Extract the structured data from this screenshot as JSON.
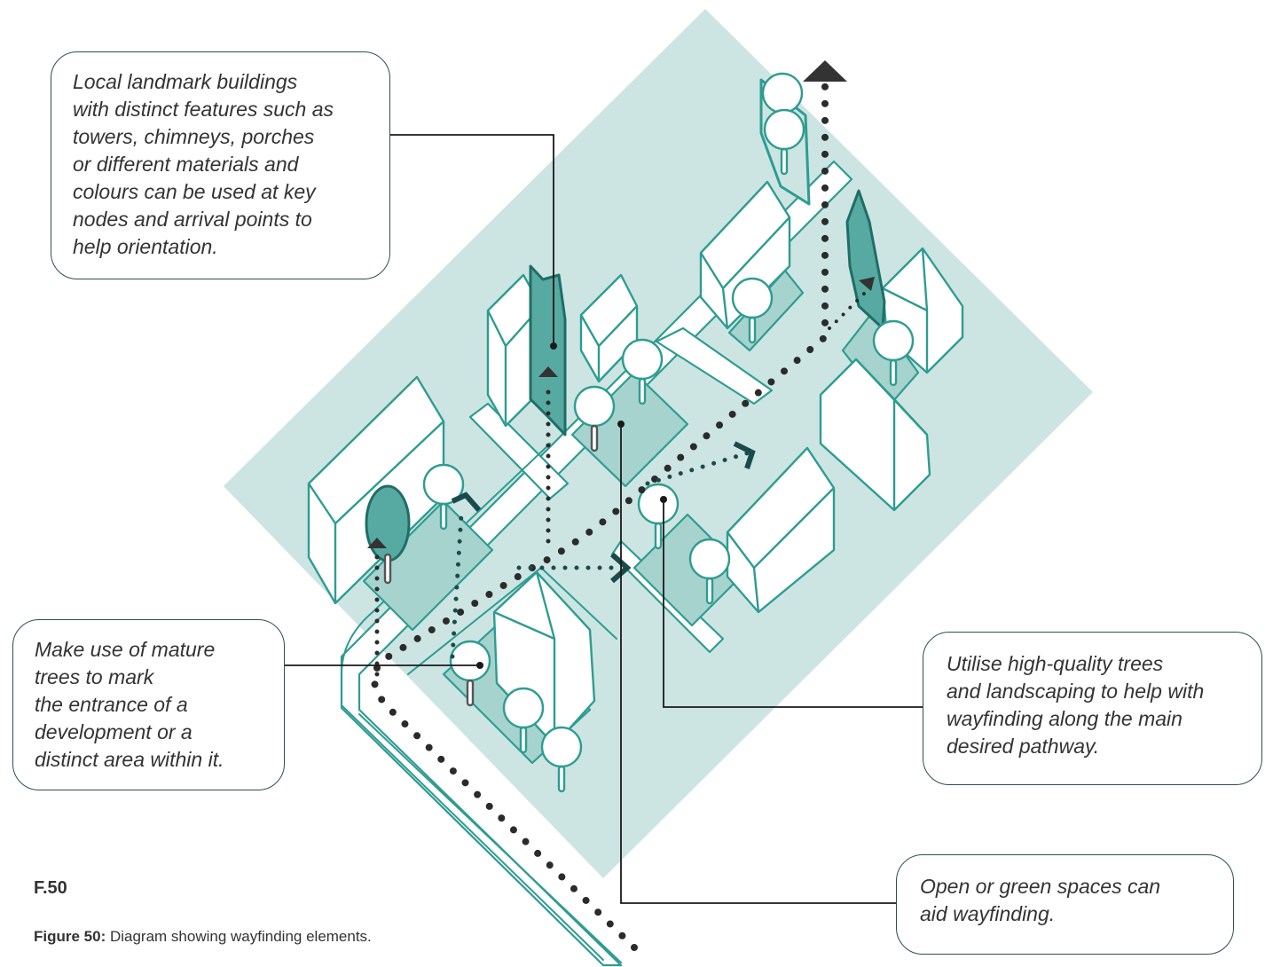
{
  "colors": {
    "background": "#ffffff",
    "site_fill": "#cce5e3",
    "plot_fill": "#a7d3cf",
    "outline": "#2e9c91",
    "landmark_fill": "#57aaa1",
    "landmark_stroke": "#1f6e66",
    "path_dots": "#2b2b2b",
    "secondary_path_dots": "#1b4a4d",
    "leader_line": "#1a1a1a",
    "callout_border": "#2f4f4f",
    "text": "#333333"
  },
  "callouts": {
    "landmark": "Local landmark buildings\nwith distinct features such as\ntowers, chimneys, porches\nor different materials and\ncolours can be used at key\nnodes and arrival points to\nhelp orientation.",
    "trees": "Make use of mature\ntrees to mark\nthe entrance of a\ndevelopment or a\ndistinct area within it.",
    "landscaping": "Utilise high-quality trees\nand landscaping to help with\nwayfinding along the main\ndesired pathway.",
    "open_spaces": "Open or green spaces can\naid wayfinding."
  },
  "figure": {
    "number": "F.50",
    "caption_label": "Figure 50:",
    "caption_text": " Diagram showing wayfinding elements."
  },
  "icons": {
    "path_arrow": "triangle-arrow",
    "secondary_arrow": "chevron-arrow",
    "tree": "lollipop-tree",
    "house": "gable-house",
    "landmark": "tower"
  }
}
